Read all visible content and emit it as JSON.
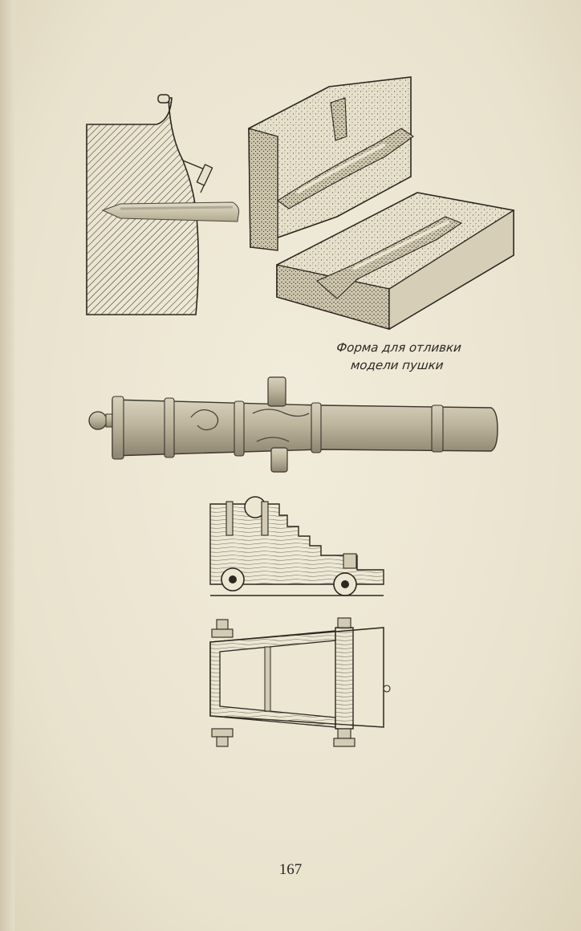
{
  "caption": {
    "line1": "Форма для отливки",
    "line2": "модели пушки"
  },
  "page_number": "167"
}
